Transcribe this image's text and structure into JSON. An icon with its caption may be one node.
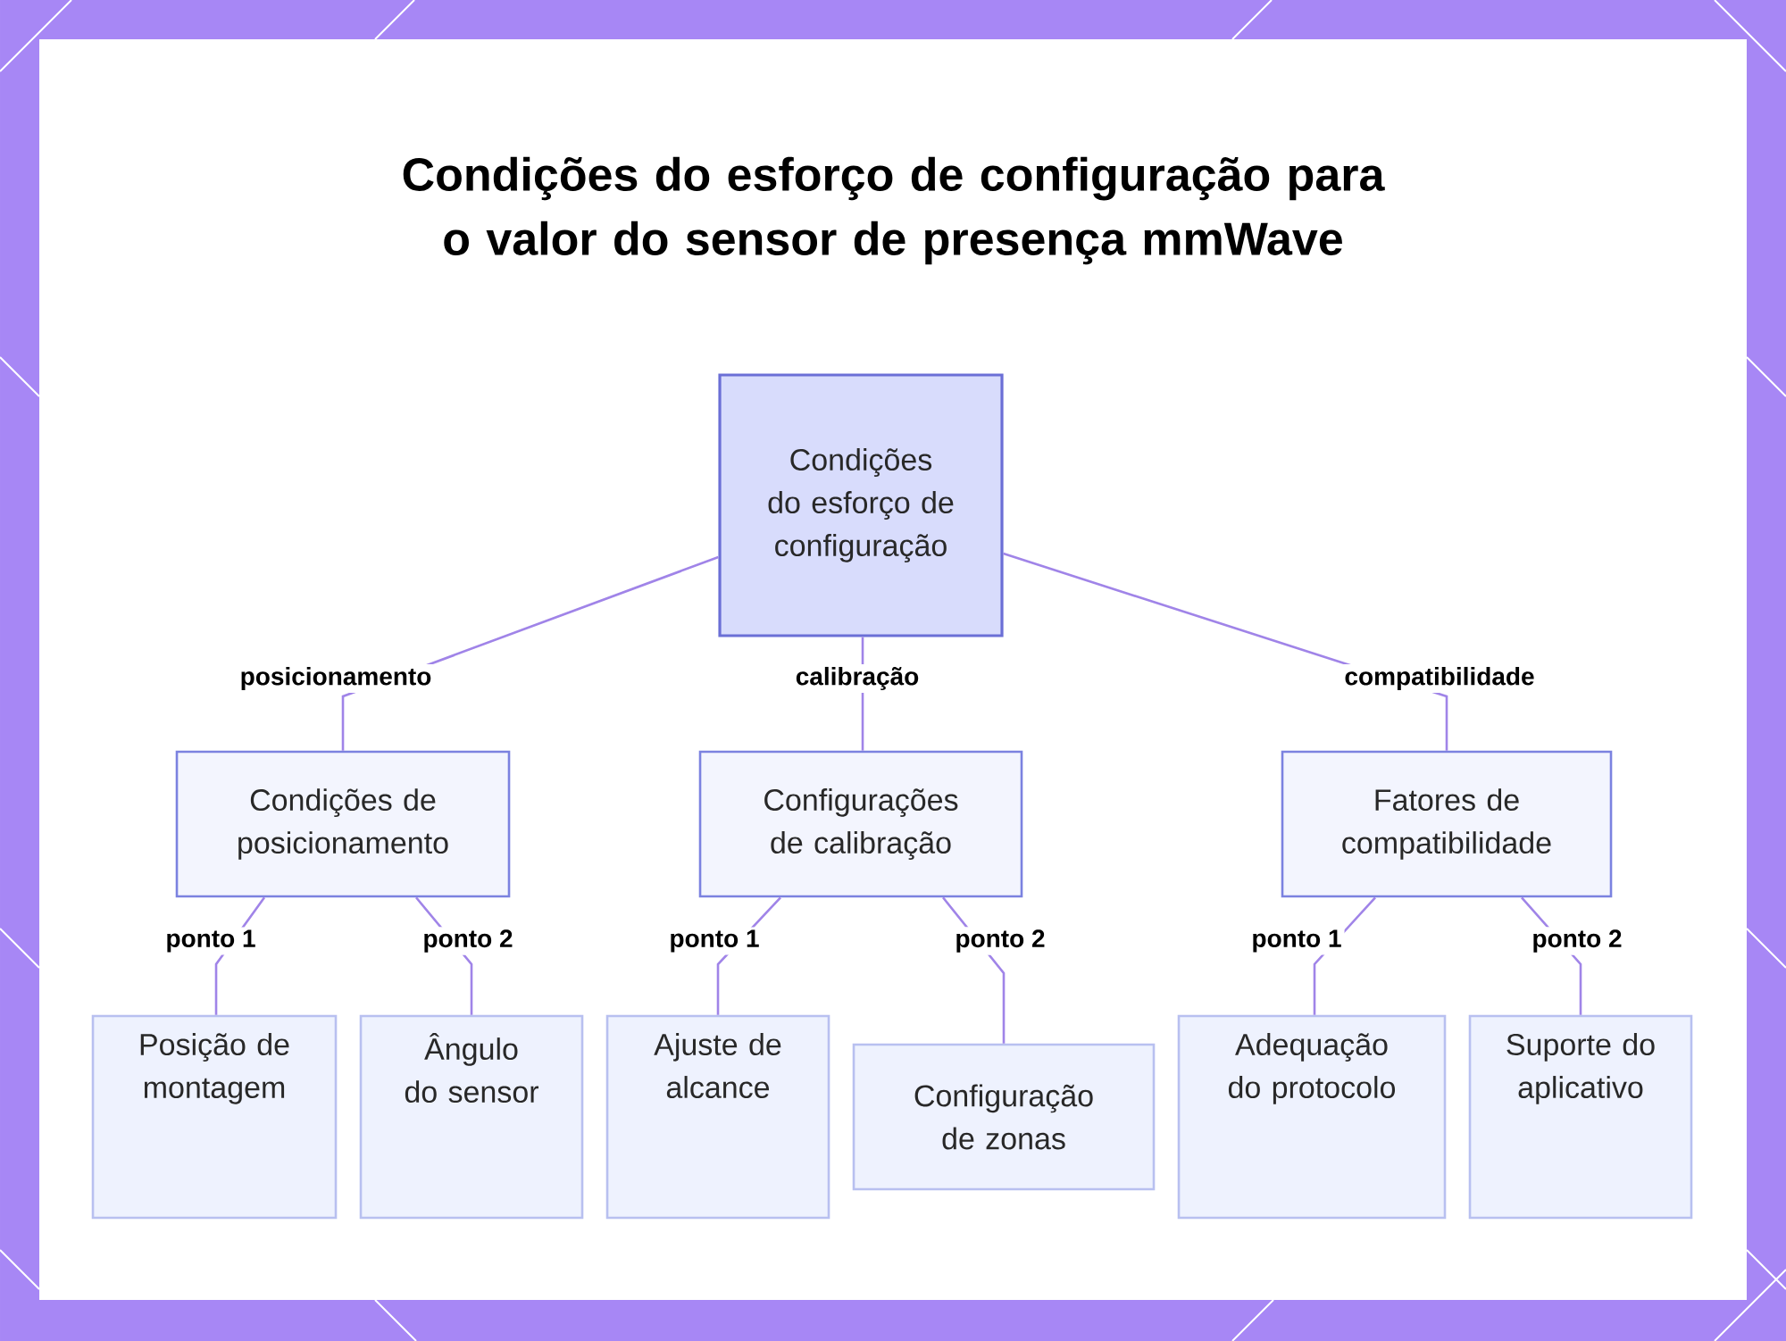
{
  "diagram": {
    "title": "Condições do esforço de configuração para o valor do sensor de presença mmWave",
    "nodes": [
      {
        "text": [
          "Condições do esforço de configuração"
        ]
      },
      {
        "text": [
          "Condições de posicionamento"
        ]
      },
      {
        "text": [
          "Configurações de calibração"
        ]
      },
      {
        "text": [
          "Fatores de compatibilidade"
        ]
      },
      {
        "text": [
          "Posição de montagem"
        ]
      },
      {
        "text": [
          "Ângulo do sensor"
        ]
      },
      {
        "text": [
          "Ajuste de alcance"
        ]
      },
      {
        "text": [
          "Configuração de zonas"
        ]
      },
      {
        "text": [
          "Adequação do protocolo"
        ]
      },
      {
        "text": [
          "Suporte do aplicativo"
        ]
      }
    ],
    "edges": [
      {
        "from": 0,
        "to": 1,
        "arrow": "none",
        "label": "posicionamento"
      },
      {
        "from": 0,
        "to": 2,
        "arrow": "none",
        "label": "calibração"
      },
      {
        "from": 0,
        "to": 3,
        "arrow": "none",
        "label": "compatibilidade"
      },
      {
        "from": 1,
        "to": 4,
        "arrow": "none",
        "label": "ponto 1"
      },
      {
        "from": 1,
        "to": 5,
        "arrow": "none",
        "label": "ponto 2"
      },
      {
        "from": 2,
        "to": 6,
        "arrow": "none",
        "label": "ponto 1"
      },
      {
        "from": 2,
        "to": 7,
        "arrow": "none",
        "label": "ponto 2"
      },
      {
        "from": 3,
        "to": 8,
        "arrow": "none",
        "label": "ponto 1"
      },
      {
        "from": 3,
        "to": 9,
        "arrow": "none",
        "label": "ponto 2"
      }
    ]
  }
}
